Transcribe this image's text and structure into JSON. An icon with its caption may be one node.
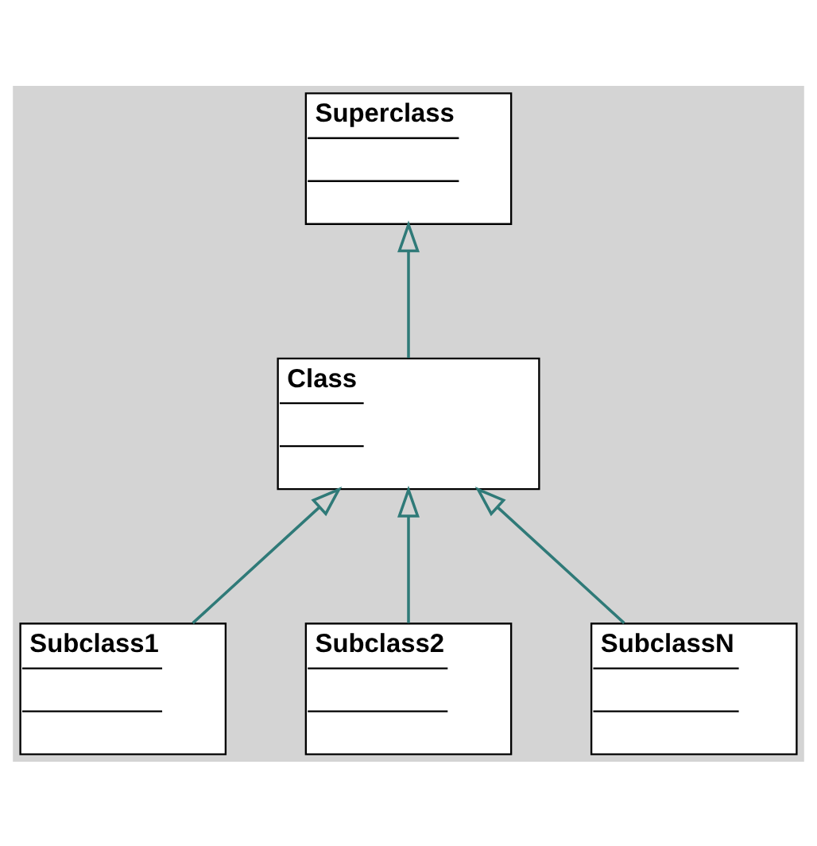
{
  "diagram": {
    "nodes": [
      {
        "text": [
          "Superclass"
        ]
      },
      {
        "text": [
          "Class"
        ]
      },
      {
        "text": [
          "Subclass1"
        ]
      },
      {
        "text": [
          "Subclass2"
        ]
      },
      {
        "text": [
          "SubclassN"
        ]
      }
    ],
    "edges": [
      {
        "from": 1,
        "to": 0,
        "arrow": "to"
      },
      {
        "from": 2,
        "to": 1,
        "arrow": "to"
      },
      {
        "from": 3,
        "to": 1,
        "arrow": "to"
      },
      {
        "from": 4,
        "to": 1,
        "arrow": "to"
      }
    ]
  }
}
